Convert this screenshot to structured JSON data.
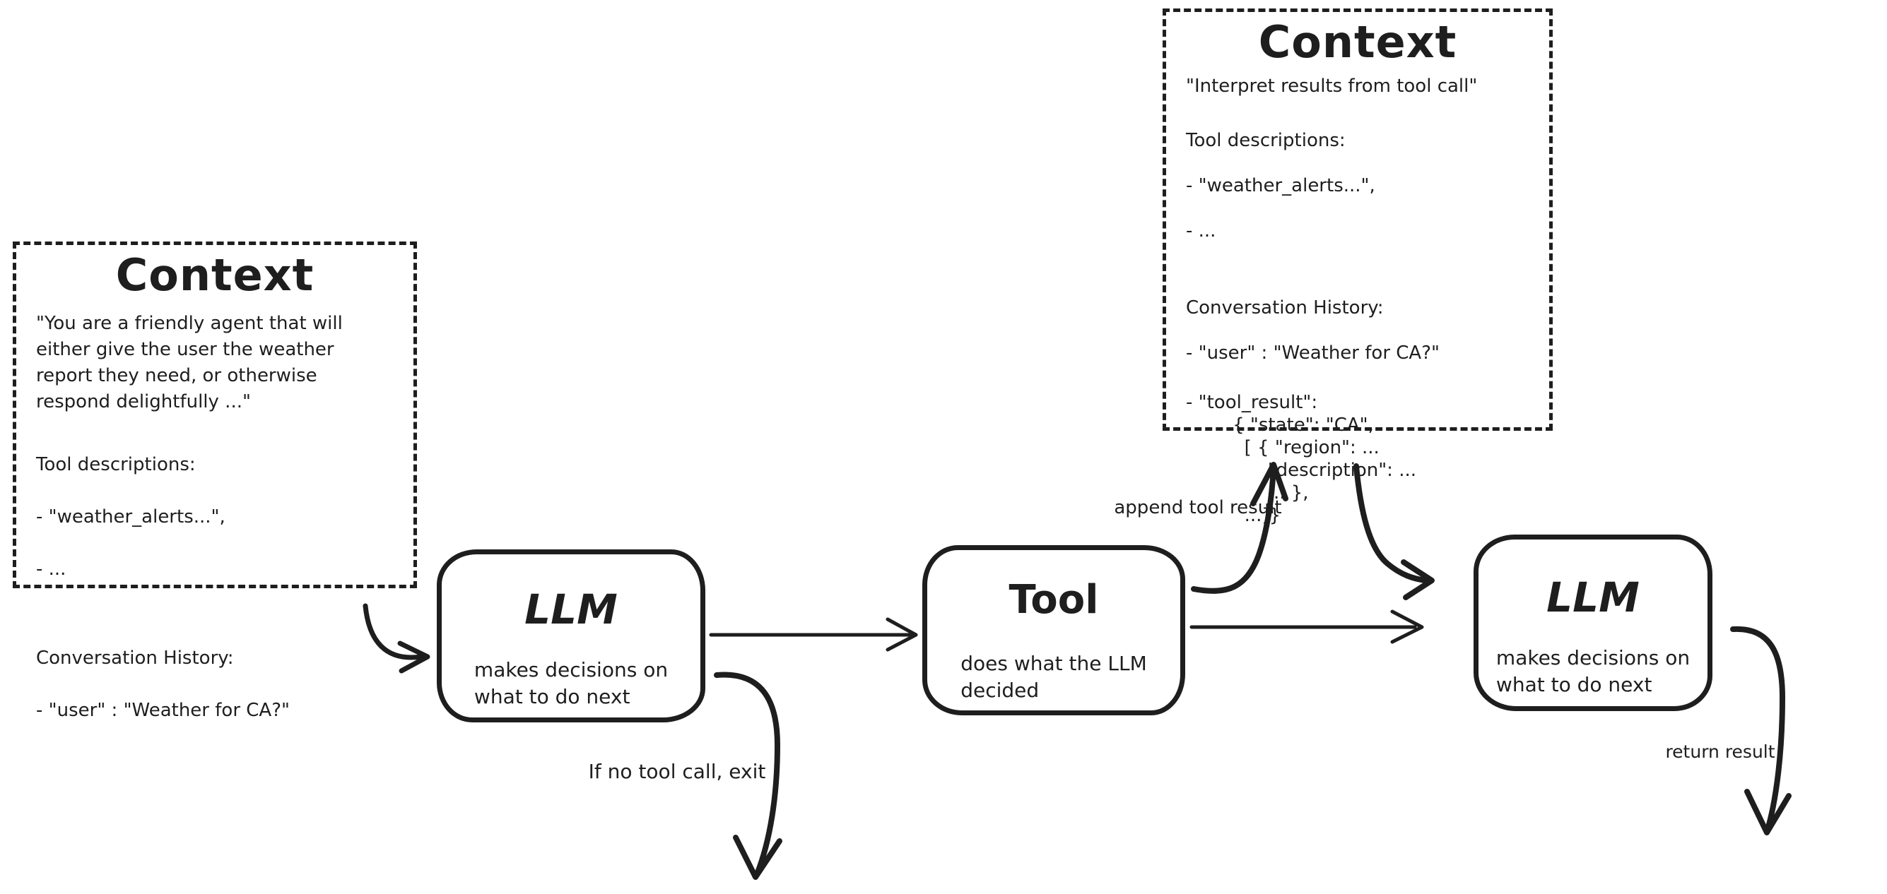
{
  "diagram": {
    "colors": {
      "ink": "#1e1e1e",
      "background": "#ffffff"
    },
    "context_left": {
      "title": "Context",
      "system_prompt": "\"You are a friendly agent that will\neither give the user the weather\nreport they need, or otherwise\nrespond delightfully ...\"",
      "tool_descriptions_label": "Tool descriptions:",
      "tool_items": [
        "- \"weather_alerts...\",",
        "- ..."
      ],
      "history_label": "Conversation History:",
      "history_items": [
        "- \"user\" : \"Weather for CA?\""
      ]
    },
    "context_top": {
      "title": "Context",
      "instruction": "\"Interpret results from tool call\"",
      "tool_descriptions_label": "Tool descriptions:",
      "tool_items": [
        "- \"weather_alerts...\",",
        "- ..."
      ],
      "history_label": "Conversation History:",
      "history_items": [
        "- \"user\" : \"Weather for CA?\""
      ],
      "tool_result_block": "- \"tool_result\":\n        { \"state\": \"CA\",\n          [ { \"region\": ...\n              \"description\": ...\n              ... },\n          ...]}"
    },
    "nodes": {
      "llm1": {
        "title": "LLM",
        "subtitle": "makes decisions on\nwhat to do next"
      },
      "tool": {
        "title": "Tool",
        "subtitle": "does what the LLM\ndecided"
      },
      "llm2": {
        "title": "LLM",
        "subtitle": "makes decisions on\nwhat to do next"
      }
    },
    "labels": {
      "append_tool_result": "append tool result",
      "if_no_tool_call": "If no tool call, exit",
      "return_result": "return result"
    }
  }
}
